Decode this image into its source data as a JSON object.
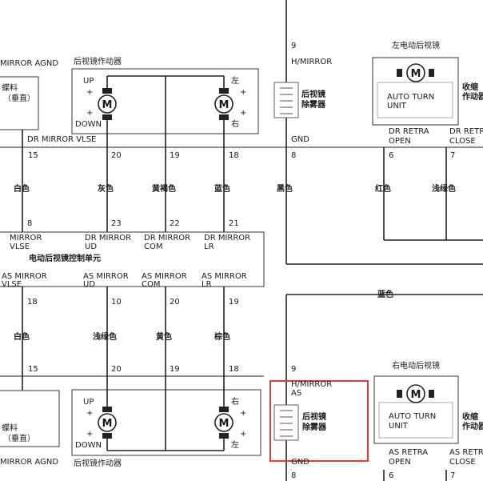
{
  "colors": {
    "wire": "#222222",
    "box": "#555555",
    "highlight": "#e03b3b"
  },
  "top": {
    "left_mirror_title": "左电动后视镜",
    "actuator_title": "后视镜作动器",
    "ground_text": "MIRROR AGND",
    "ground_note_1": "蝶料",
    "ground_note_2": "（垂直）",
    "up": "UP",
    "down": "DOWN",
    "left": "左",
    "right": "右",
    "vlse_label": "DR MIRROR VLSE",
    "heater_pin_top": "9",
    "heater_pin_bottom": "8",
    "heater_top": "H/MIRROR",
    "heater_gnd": "GND",
    "heater_name_1": "后视镜",
    "heater_name_2": "除雾器",
    "auto_turn_1": "AUTO TURN",
    "auto_turn_2": "UNIT",
    "fold_label_1": "收缩",
    "fold_label_2": "作动器",
    "retra_open_1": "DR RETRA",
    "retra_open_2": "OPEN",
    "retra_close_1": "DR RETR",
    "retra_close_2": "CLOSE",
    "pins": [
      "15",
      "20",
      "19",
      "18",
      "8",
      "6",
      "7"
    ]
  },
  "wires_top": [
    "白色",
    "灰色",
    "黄褐色",
    "蓝色",
    "黑色",
    "红色",
    "浅绿色"
  ],
  "control_unit": {
    "title": "电动后视镜控制单元",
    "top_pins": [
      "8",
      "23",
      "22",
      "21"
    ],
    "top_labels": [
      [
        "MIRROR",
        "VLSE"
      ],
      [
        "DR MIRROR",
        "UD"
      ],
      [
        "DR MIRROR",
        "COM"
      ],
      [
        "DR MIRROR",
        "LR"
      ]
    ],
    "bottom_labels": [
      [
        "AS MIRROR",
        "VLSE"
      ],
      [
        "AS MIRROR",
        "UD"
      ],
      [
        "AS MIRROR",
        "COM"
      ],
      [
        "AS MIRROR",
        "LR"
      ]
    ],
    "bottom_pins": [
      "18",
      "10",
      "20",
      "19"
    ]
  },
  "blue_wire": "蓝色",
  "wires_bottom": [
    "白色",
    "浅绿色",
    "黄色",
    "棕色"
  ],
  "bottom": {
    "right_mirror_title": "右电动后视镜",
    "pins": [
      "15",
      "20",
      "19",
      "18"
    ],
    "heater_pin_top": "9",
    "heater_pin_bottom": "8",
    "heater_top_1": "H/MIRROR",
    "heater_top_2": "AS",
    "heater_name_1": "后视镜",
    "heater_name_2": "除雾器",
    "heater_gnd": "GND",
    "up": "UP",
    "down": "DOWN",
    "right": "右",
    "left": "左",
    "ground_note_1": "蝶料",
    "ground_note_2": "（垂直）",
    "ground_text": "MIRROR AGND",
    "actuator_title": "后视镜作动器",
    "auto_turn_1": "AUTO TURN",
    "auto_turn_2": "UNIT",
    "fold_label_1": "收缩",
    "fold_label_2": "作动器",
    "retra_open_1": "AS RETRA",
    "retra_open_2": "OPEN",
    "retra_close_1": "AS RETR",
    "retra_close_2": "CLOSE",
    "pin_6": "6",
    "pin_7": "7"
  },
  "motor_symbol": "M",
  "plus": "+"
}
